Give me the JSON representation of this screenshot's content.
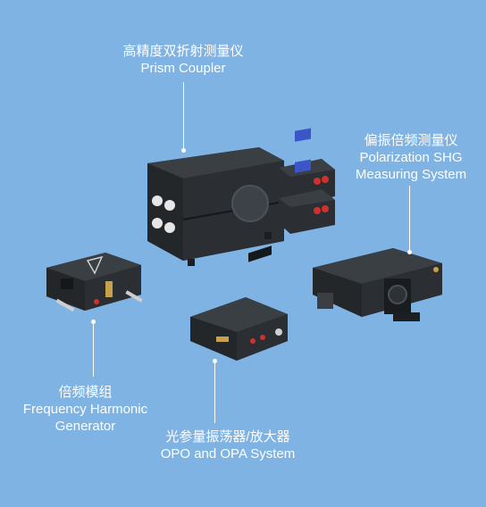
{
  "labels": {
    "prism_coupler": {
      "zh": "高精度双折射测量仪",
      "en": "Prism Coupler"
    },
    "shg": {
      "zh": "偏振倍频测量仪",
      "en1": "Polarization SHG",
      "en2": "Measuring System"
    },
    "freq": {
      "zh": "倍频模组",
      "en1": "Frequency Harmonic",
      "en2": "Generator"
    },
    "opo": {
      "zh": "光参量振荡器/放大器",
      "en": "OPO and OPA System"
    }
  },
  "colors": {
    "background": "#7eb3e3",
    "device_body": "#2b2f33",
    "device_dark": "#1c1f22",
    "screen": "#3a56c8",
    "accent_red": "#d0312d",
    "accent_gold": "#c8a24a"
  }
}
